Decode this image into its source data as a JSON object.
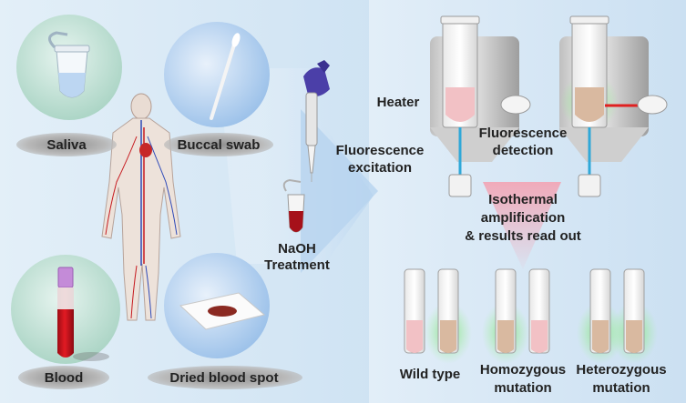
{
  "samples": {
    "saliva": "Saliva",
    "buccal_swab": "Buccal swab",
    "blood": "Blood",
    "dried_blood_spot": "Dried blood spot"
  },
  "treatment": {
    "line1": "NaOH",
    "line2": "Treatment"
  },
  "device": {
    "heater": "Heater",
    "excitation_line1": "Fluorescence",
    "excitation_line2": "excitation",
    "detection_line1": "Fluorescence",
    "detection_line2": "detection"
  },
  "process": {
    "line1": "Isothermal",
    "line2": "amplification",
    "line3": "& results read out"
  },
  "results": {
    "wild_type": "Wild type",
    "homozygous_line1": "Homozygous",
    "homozygous_line2": "mutation",
    "heterozygous_line1": "Heterozygous",
    "heterozygous_line2": "mutation"
  },
  "colors": {
    "left_panel": "#dcebf6",
    "right_panel": "#d8e9f6",
    "pink_liquid": "#f2c1c5",
    "tan_liquid": "#d9b9a0",
    "green_glow": "#8fe08a",
    "blood_red": "#c0111b",
    "glove_purple": "#4b3fa8"
  }
}
